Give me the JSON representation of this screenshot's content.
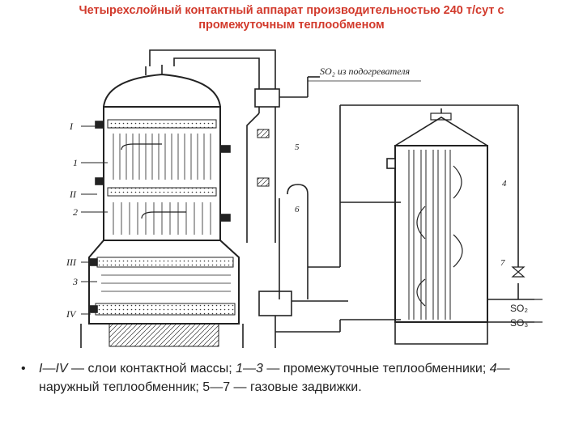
{
  "title": {
    "line1": "Четырехслойный контактный аппарат производительностью 240 т/сут с",
    "line2": "промежуточным теплообменом"
  },
  "diagram": {
    "label_so2_heater": "SO₂ из подогревателя",
    "label_so2": "SO₂",
    "label_so3": "SO₃",
    "markers": {
      "I": "I",
      "one": "1",
      "II": "II",
      "two": "2",
      "III": "III",
      "three": "3",
      "IV": "IV",
      "four": "4",
      "five": "5",
      "six": "6",
      "seven": "7"
    }
  },
  "caption": {
    "bullet": "•",
    "part1": "I—IV",
    "part2": " — слои  контактной  массы;  ",
    "part3": "1—3",
    "part4": " — промежуточные теплообменники;  ",
    "part5": "4",
    "part6": "— наружный теплообменник; 5—7 — газовые задвижки."
  }
}
